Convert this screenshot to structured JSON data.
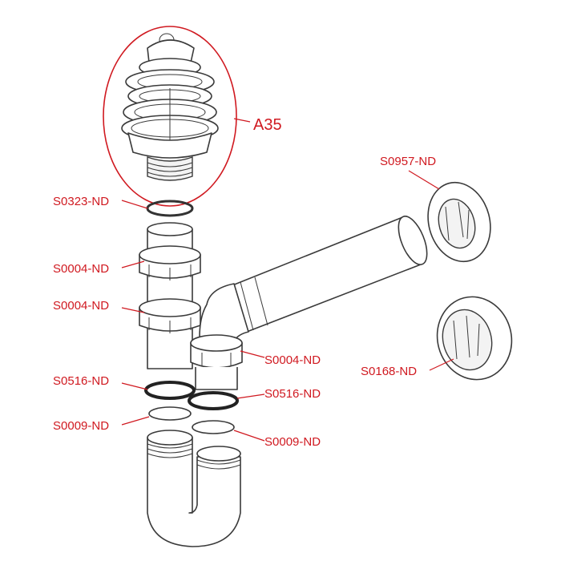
{
  "diagram": {
    "colors": {
      "accent": "#d01920",
      "line": "#3a3a3a"
    },
    "callouts": {
      "a35": "A35",
      "s0957": "S0957-ND",
      "s0323": "S0323-ND",
      "s0004_a": "S0004-ND",
      "s0004_b": "S0004-ND",
      "s0004_c": "S0004-ND",
      "s0168": "S0168-ND",
      "s0516_a": "S0516-ND",
      "s0516_b": "S0516-ND",
      "s0009_a": "S0009-ND",
      "s0009_b": "S0009-ND"
    }
  }
}
